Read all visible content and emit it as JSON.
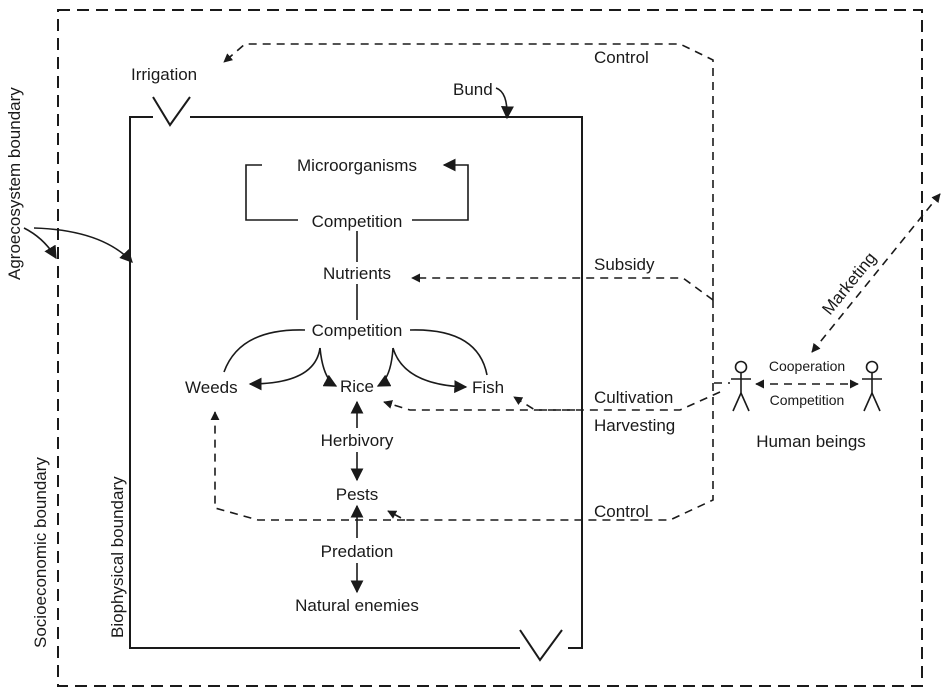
{
  "labels": {
    "agroecosystem_boundary": "Agroecosystem boundary",
    "socioeconomic_boundary": "Socioeconomic boundary",
    "biophysical_boundary": "Biophysical boundary",
    "irrigation": "Irrigation",
    "bund": "Bund",
    "control_top": "Control",
    "control_bottom": "Control",
    "microorganisms": "Microorganisms",
    "competition_top": "Competition",
    "nutrients": "Nutrients",
    "competition_mid": "Competition",
    "weeds": "Weeds",
    "rice": "Rice",
    "fish": "Fish",
    "herbivory": "Herbivory",
    "pests": "Pests",
    "predation": "Predation",
    "natural_enemies": "Natural enemies",
    "subsidy": "Subsidy",
    "cultivation": "Cultivation",
    "harvesting": "Harvesting",
    "marketing": "Marketing",
    "cooperation": "Cooperation",
    "competition_human": "Competition",
    "human_beings": "Human beings"
  }
}
